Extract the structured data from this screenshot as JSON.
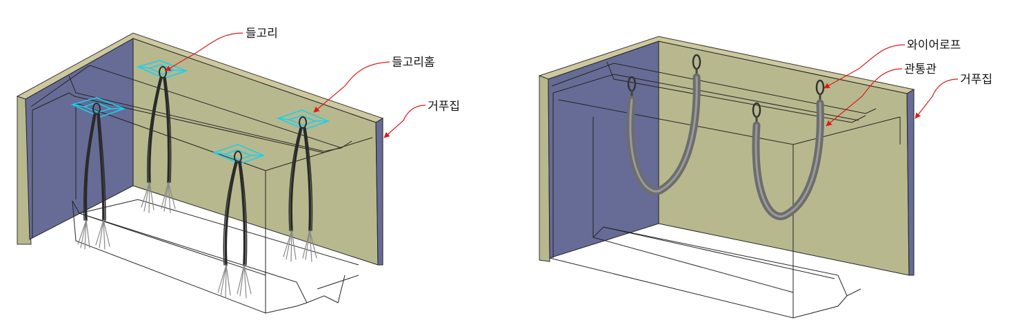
{
  "labels": {
    "lifting_loop": "들고리",
    "lifting_loop_recess": "들고리홈",
    "formwork": "거푸집",
    "wire_rope": "와이어로프",
    "through_pipe": "관통관"
  },
  "colors": {
    "wall_side": "#666c95",
    "wall_back": "#b7b88e",
    "wall_top": "#cdc89f",
    "recess_outline": "#18d0f0",
    "leader_line": "#e01818",
    "rope": "#333333",
    "pipe": "#6d6d6d"
  }
}
